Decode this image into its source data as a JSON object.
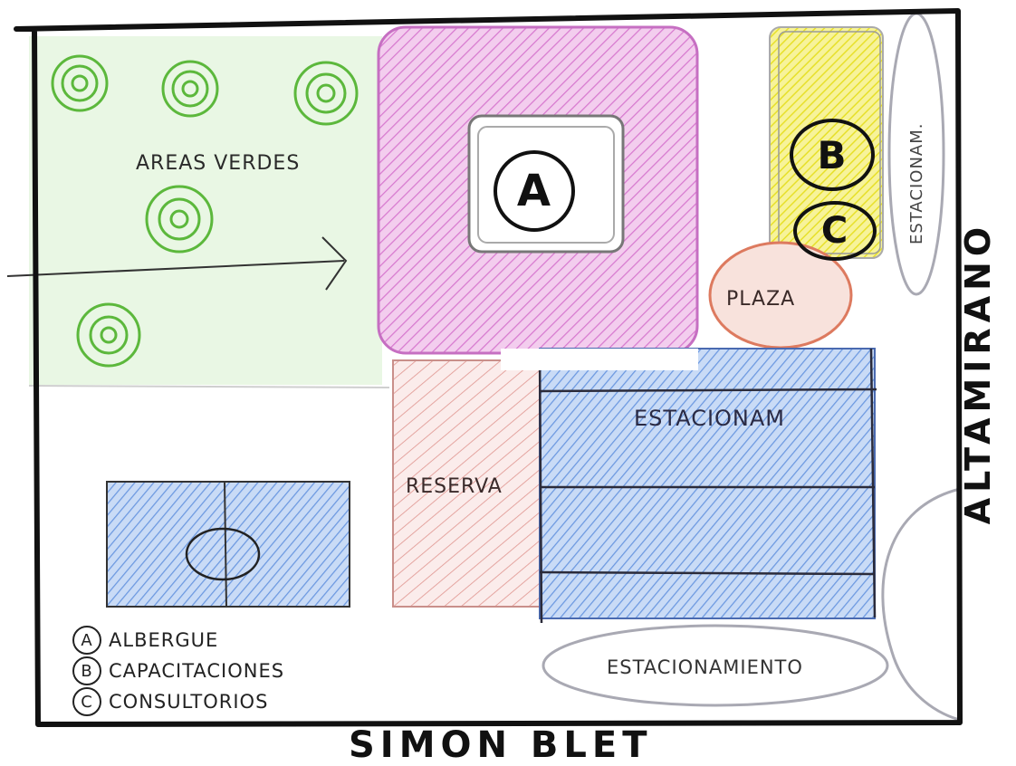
{
  "zones": {
    "areas_verdes": "AREAS VERDES",
    "plaza": "PLAZA",
    "estacionam_top": "ESTACIONAM.",
    "estacionam_mid": "ESTACIONAM",
    "reserva": "RESERVA",
    "estacionamiento": "ESTACIONAMIENTO"
  },
  "markers": {
    "a": "A",
    "b": "B",
    "c": "C"
  },
  "streets": {
    "bottom": "SIMON BLET",
    "right": "ALTAMIRANO"
  },
  "legend": [
    {
      "key": "A",
      "label": "ALBERGUE"
    },
    {
      "key": "B",
      "label": "CAPACITACIONES"
    },
    {
      "key": "C",
      "label": "CONSULTORIOS"
    }
  ],
  "colors": {
    "green_area": "#e4f5df",
    "tree": "#5cb83c",
    "albergue": "#e39bd9",
    "capacitaciones": "#f2ee4a",
    "plaza": "#e07a5a",
    "reserva": "#e7b6b3",
    "parking": "#7da6e6",
    "border": "#111111"
  }
}
